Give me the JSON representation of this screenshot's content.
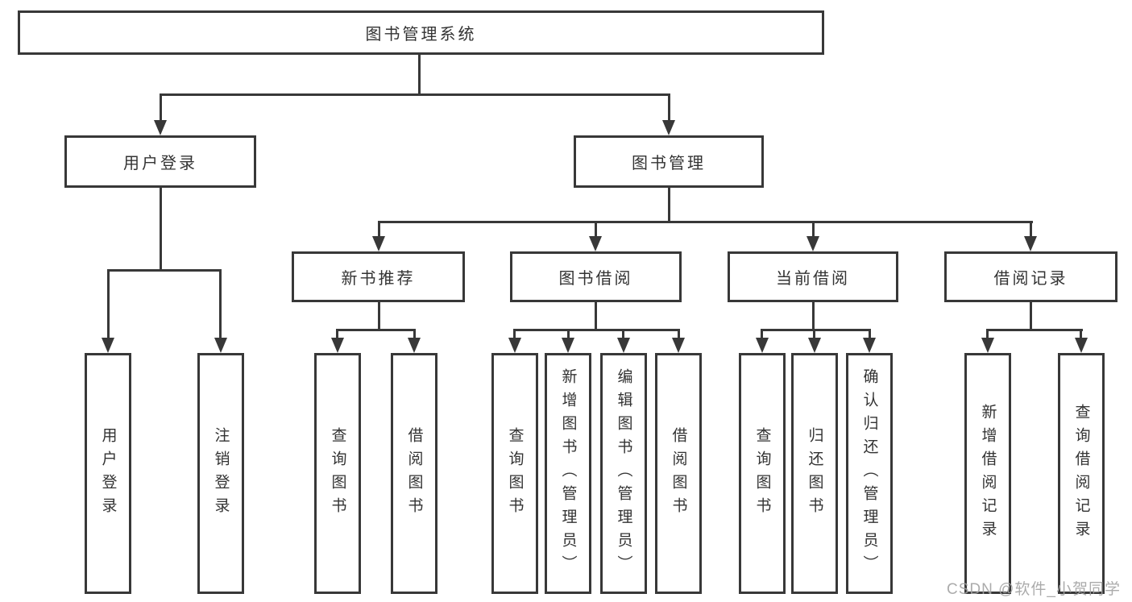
{
  "diagram": {
    "root": {
      "label": "图书管理系统"
    },
    "level2": [
      {
        "label": "用户登录",
        "parent": "图书管理系统"
      },
      {
        "label": "图书管理",
        "parent": "图书管理系统"
      }
    ],
    "level3": [
      {
        "label": "新书推荐",
        "parent": "图书管理"
      },
      {
        "label": "图书借阅",
        "parent": "图书管理"
      },
      {
        "label": "当前借阅",
        "parent": "图书管理"
      },
      {
        "label": "借阅记录",
        "parent": "图书管理"
      }
    ],
    "leaves": [
      {
        "label": "用户登录",
        "parent": "用户登录"
      },
      {
        "label": "注销登录",
        "parent": "用户登录"
      },
      {
        "label": "查询图书",
        "parent": "新书推荐"
      },
      {
        "label": "借阅图书",
        "parent": "新书推荐"
      },
      {
        "label": "查询图书",
        "parent": "图书借阅"
      },
      {
        "label": "新增图书（管理员）",
        "parent": "图书借阅"
      },
      {
        "label": "编辑图书（管理员）",
        "parent": "图书借阅"
      },
      {
        "label": "借阅图书",
        "parent": "图书借阅"
      },
      {
        "label": "查询图书",
        "parent": "当前借阅"
      },
      {
        "label": "归还图书",
        "parent": "当前借阅"
      },
      {
        "label": "确认归还（管理员）",
        "parent": "当前借阅"
      },
      {
        "label": "新增借阅记录",
        "parent": "借阅记录"
      },
      {
        "label": "查询借阅记录",
        "parent": "借阅记录"
      }
    ],
    "watermark": "CSDN @软件_小贺同学",
    "colors": {
      "line": "#383838",
      "text": "#333333",
      "background": "#ffffff",
      "watermark": "#a3a3a3"
    }
  }
}
